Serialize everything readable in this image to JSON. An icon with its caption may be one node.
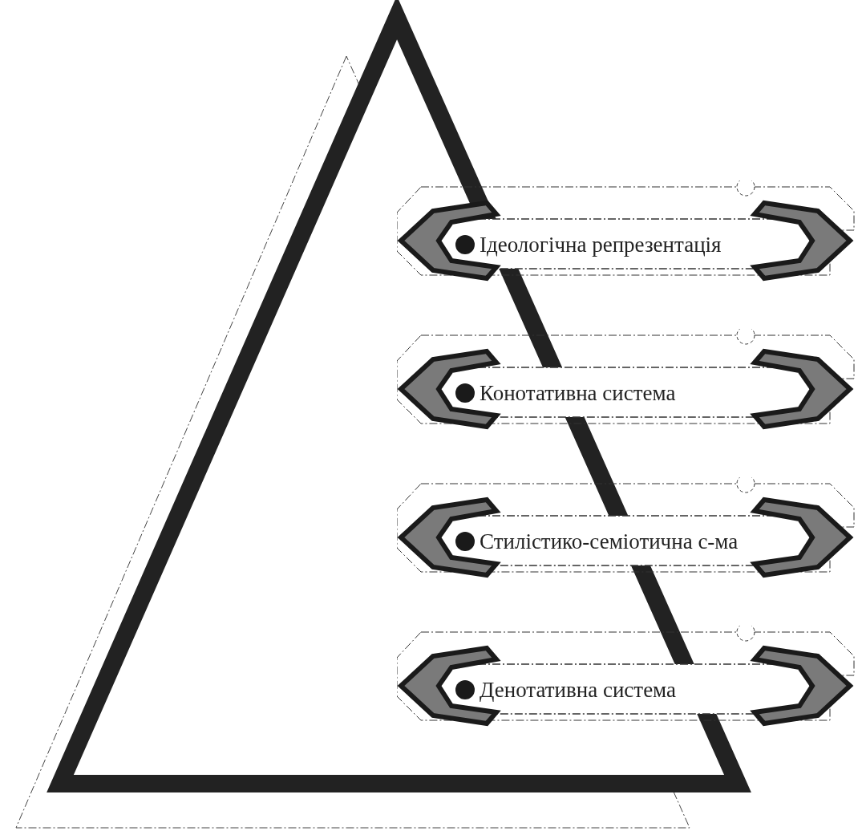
{
  "diagram": {
    "nodes": [
      {
        "text": [
          "Ідеологічна репрезентація"
        ]
      },
      {
        "text": [
          "Конотативна система"
        ]
      },
      {
        "text": [
          "Стилістико-семіотична с-ма"
        ]
      },
      {
        "text": [
          "Денотативна система"
        ]
      }
    ]
  }
}
